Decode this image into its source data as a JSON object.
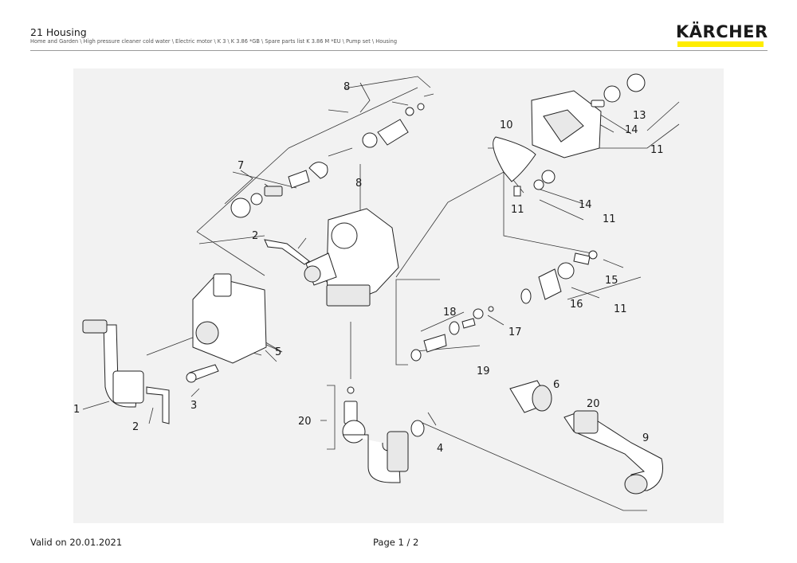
{
  "header": {
    "title": "21 Housing",
    "breadcrumb": "Home and Garden \\ High pressure cleaner cold water \\ Electric motor \\ K 3 \\ K 3.86 *GB \\ Spare parts list K 3.86 M *EU \\ Pump set \\ Housing",
    "logo_text": "KÄRCHER",
    "logo_color": "#ffed00"
  },
  "diagram": {
    "labels": [
      {
        "id": "l8a",
        "text": "8"
      },
      {
        "id": "l7",
        "text": "7"
      },
      {
        "id": "l8b",
        "text": "8"
      },
      {
        "id": "l2a",
        "text": "2"
      },
      {
        "id": "l5",
        "text": "5"
      },
      {
        "id": "l1",
        "text": "1"
      },
      {
        "id": "l2b",
        "text": "2"
      },
      {
        "id": "l3",
        "text": "3"
      },
      {
        "id": "l20a",
        "text": "20"
      },
      {
        "id": "l4",
        "text": "4"
      },
      {
        "id": "l10",
        "text": "10"
      },
      {
        "id": "l11a",
        "text": "11"
      },
      {
        "id": "l13",
        "text": "13"
      },
      {
        "id": "l14a",
        "text": "14"
      },
      {
        "id": "l11b",
        "text": "11"
      },
      {
        "id": "l14b",
        "text": "14"
      },
      {
        "id": "l11c",
        "text": "11"
      },
      {
        "id": "l15",
        "text": "15"
      },
      {
        "id": "l16",
        "text": "16"
      },
      {
        "id": "l11d",
        "text": "11"
      },
      {
        "id": "l18",
        "text": "18"
      },
      {
        "id": "l17",
        "text": "17"
      },
      {
        "id": "l19",
        "text": "19"
      },
      {
        "id": "l6",
        "text": "6"
      },
      {
        "id": "l20b",
        "text": "20"
      },
      {
        "id": "l9",
        "text": "9"
      }
    ]
  },
  "footer": {
    "valid": "Valid on 20.01.2021",
    "page": "Page 1 / 2"
  }
}
